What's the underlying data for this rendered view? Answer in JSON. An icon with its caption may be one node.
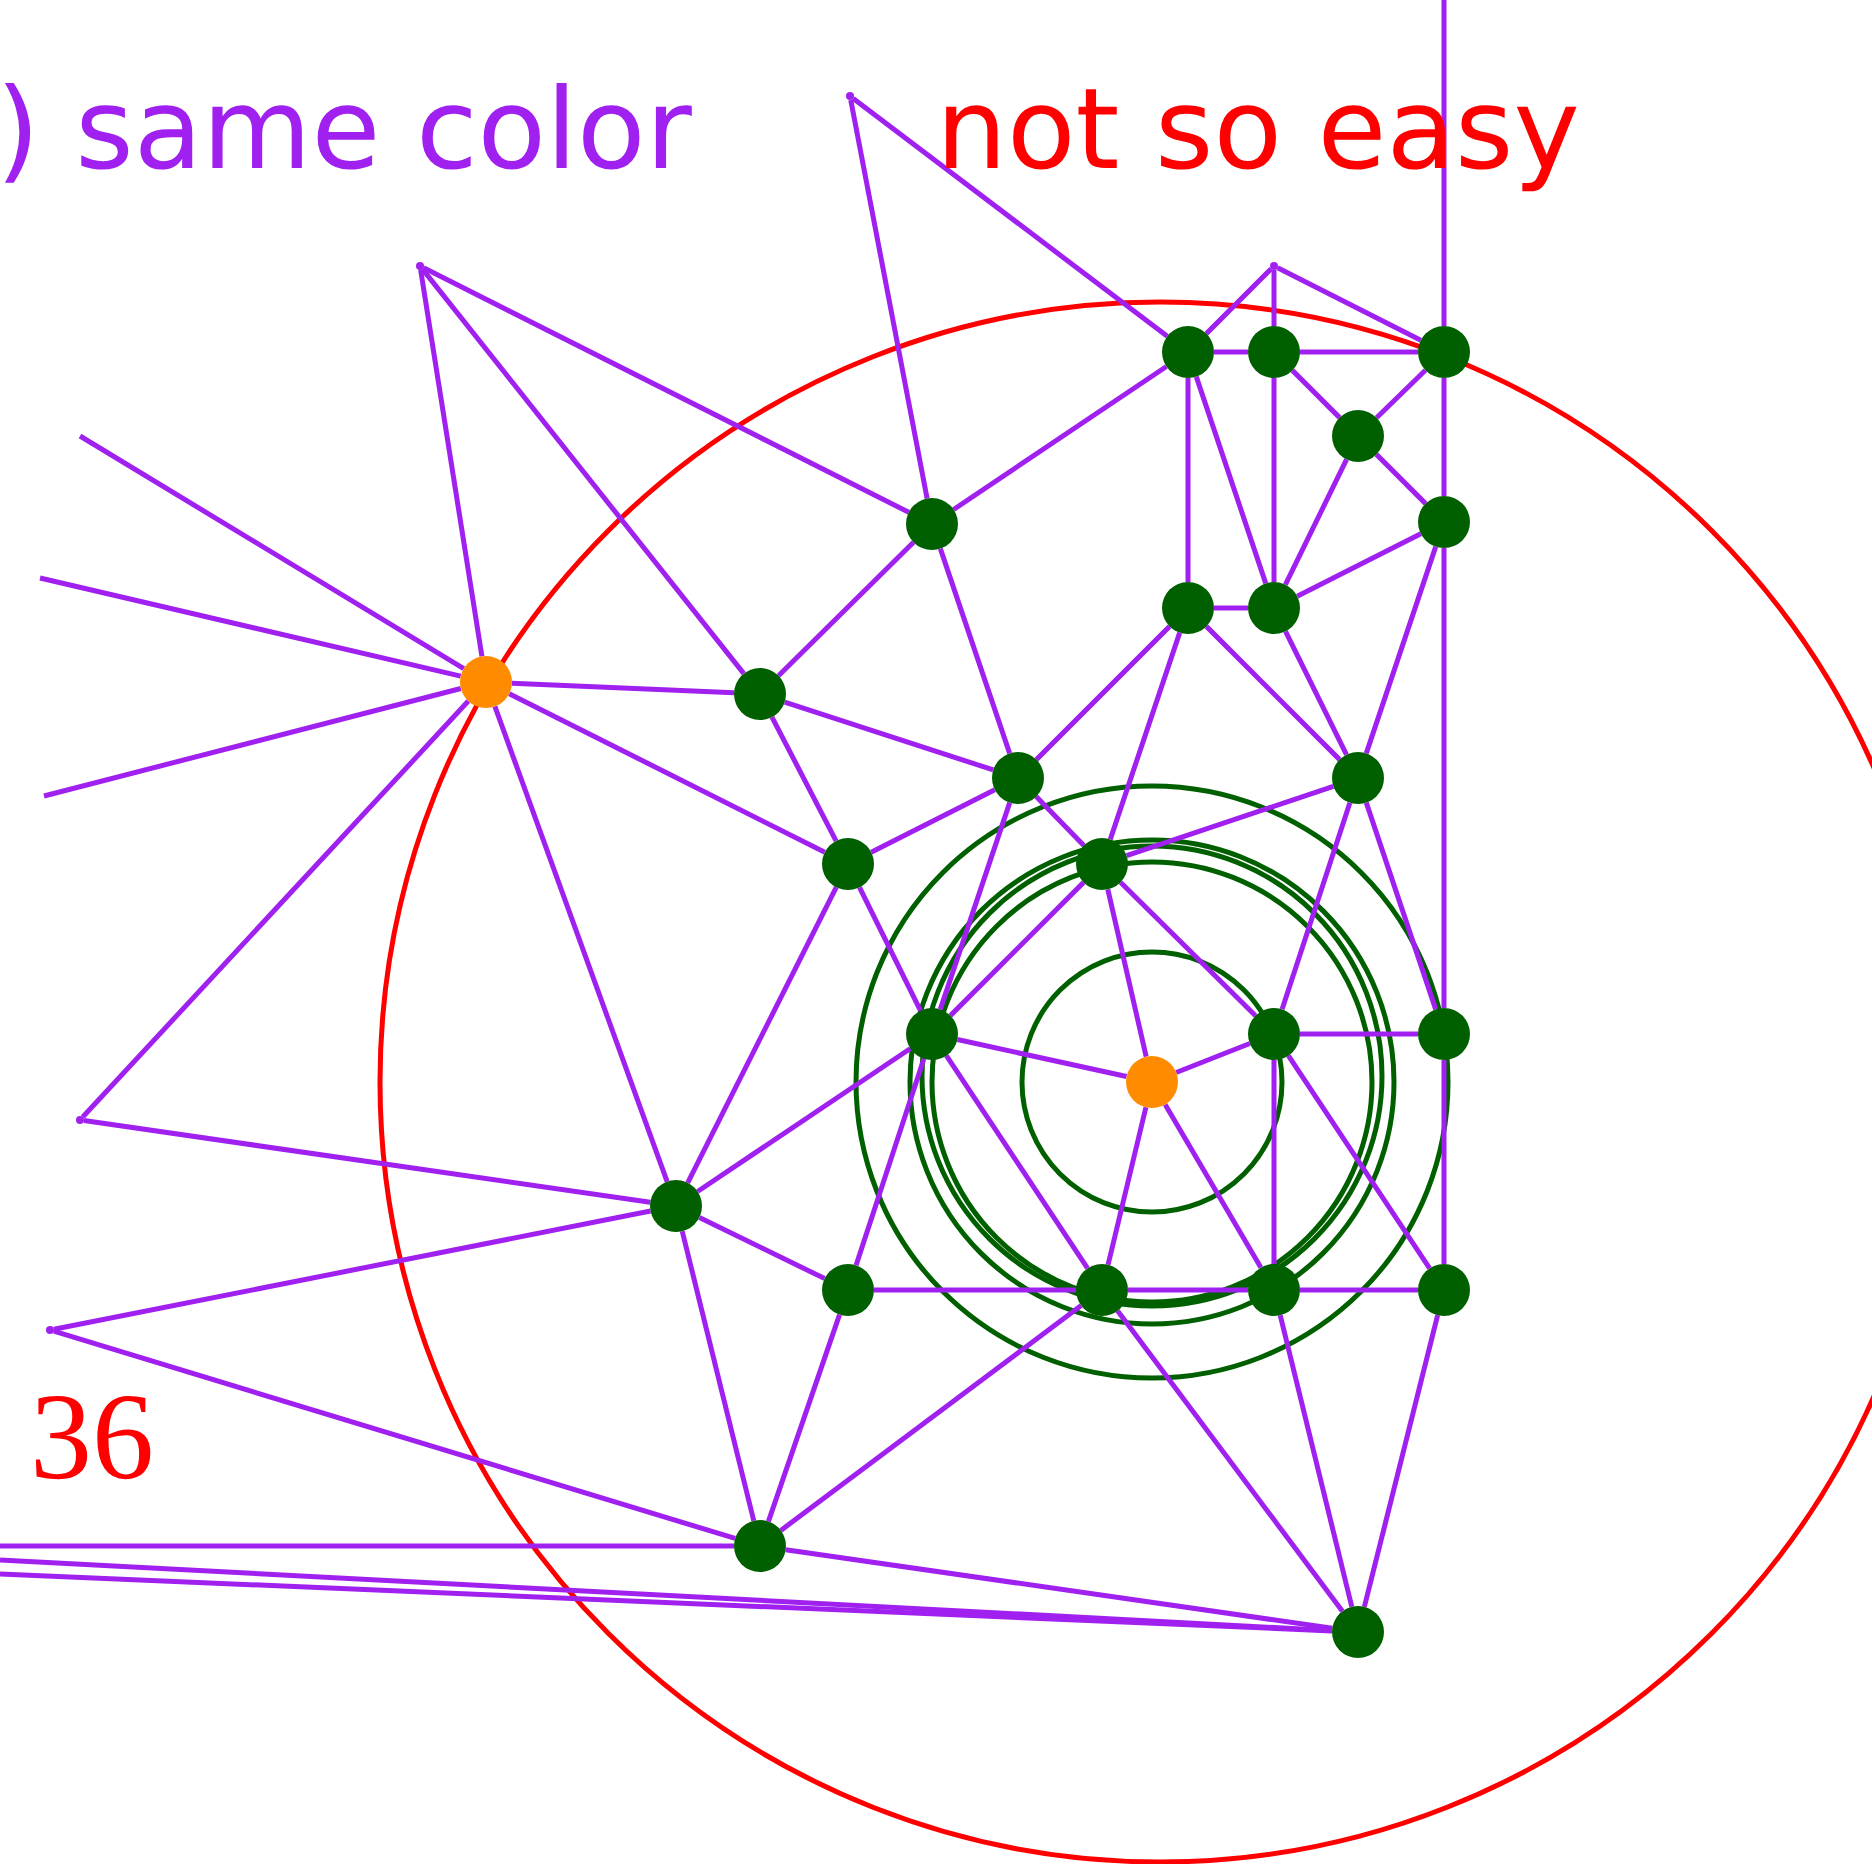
{
  "diagram": {
    "nodes": [
      {
        "text": [],
        "shape": "circle"
      },
      {
        "text": [],
        "shape": "circle"
      },
      {
        "text": [],
        "shape": "circle"
      },
      {
        "text": [],
        "shape": "circle"
      },
      {
        "text": [],
        "shape": "circle"
      },
      {
        "text": [],
        "shape": "circle"
      },
      {
        "text": [],
        "shape": "circle"
      },
      {
        "text": [],
        "shape": "circle"
      },
      {
        "text": [],
        "shape": "circle"
      },
      {
        "text": [],
        "shape": "circle"
      },
      {
        "text": [],
        "shape": "circle"
      },
      {
        "text": [],
        "shape": "circle"
      },
      {
        "text": [],
        "shape": "circle"
      },
      {
        "text": [],
        "shape": "circle"
      },
      {
        "text": [],
        "shape": "circle"
      },
      {
        "text": [],
        "shape": "circle"
      },
      {
        "text": [],
        "shape": "circle"
      },
      {
        "text": [],
        "shape": "circle"
      },
      {
        "text": [],
        "shape": "circle"
      },
      {
        "text": [],
        "shape": "circle"
      },
      {
        "text": [],
        "shape": "circle"
      },
      {
        "text": [],
        "shape": "circle"
      },
      {
        "text": [],
        "shape": "circle"
      },
      {
        "text": [],
        "shape": "circle"
      },
      {
        "text": [],
        "shape": "circle"
      },
      {
        "text": [],
        "shape": "point"
      },
      {
        "text": [],
        "shape": "point"
      },
      {
        "text": [],
        "shape": "point"
      },
      {
        "text": [],
        "shape": "point"
      },
      {
        "text": [],
        "shape": "point"
      }
    ],
    "edges": [
      {
        "from": 25,
        "to": 0,
        "arrow": "none"
      },
      {
        "from": 25,
        "to": 1,
        "arrow": "none"
      },
      {
        "from": 25,
        "to": 2,
        "arrow": "none"
      },
      {
        "from": 26,
        "to": 2,
        "arrow": "none"
      },
      {
        "from": 26,
        "to": 3,
        "arrow": "none"
      },
      {
        "from": 27,
        "to": 3,
        "arrow": "none"
      },
      {
        "from": 27,
        "to": 4,
        "arrow": "none"
      },
      {
        "from": 27,
        "to": 5,
        "arrow": "none"
      },
      {
        "from": null,
        "to": 0,
        "arrow": "none"
      },
      {
        "from": null,
        "to": 0,
        "arrow": "none"
      },
      {
        "from": null,
        "to": 0,
        "arrow": "none"
      },
      {
        "from": 0,
        "to": 1,
        "arrow": "none"
      },
      {
        "from": 0,
        "to": 12,
        "arrow": "none"
      },
      {
        "from": 0,
        "to": 18,
        "arrow": "none"
      },
      {
        "from": 0,
        "to": 28,
        "arrow": "none"
      },
      {
        "from": 28,
        "to": 18,
        "arrow": "none"
      },
      {
        "from": 29,
        "to": 18,
        "arrow": "none"
      },
      {
        "from": 29,
        "to": 23,
        "arrow": "none"
      },
      {
        "from": 1,
        "to": 2,
        "arrow": "none"
      },
      {
        "from": 1,
        "to": 12,
        "arrow": "none"
      },
      {
        "from": 1,
        "to": 10,
        "arrow": "none"
      },
      {
        "from": 2,
        "to": 3,
        "arrow": "none"
      },
      {
        "from": 2,
        "to": 10,
        "arrow": "none"
      },
      {
        "from": 3,
        "to": 4,
        "arrow": "none"
      },
      {
        "from": 4,
        "to": 5,
        "arrow": "none"
      },
      {
        "from": 3,
        "to": 8,
        "arrow": "none"
      },
      {
        "from": 3,
        "to": 9,
        "arrow": "none"
      },
      {
        "from": 4,
        "to": 9,
        "arrow": "none"
      },
      {
        "from": 4,
        "to": 6,
        "arrow": "none"
      },
      {
        "from": 6,
        "to": 5,
        "arrow": "none"
      },
      {
        "from": 6,
        "to": 7,
        "arrow": "none"
      },
      {
        "from": 6,
        "to": 9,
        "arrow": "none"
      },
      {
        "from": 8,
        "to": 9,
        "arrow": "none"
      },
      {
        "from": 9,
        "to": 7,
        "arrow": "none"
      },
      {
        "from": 8,
        "to": 10,
        "arrow": "none"
      },
      {
        "from": 8,
        "to": 13,
        "arrow": "none"
      },
      {
        "from": 8,
        "to": 11,
        "arrow": "none"
      },
      {
        "from": 9,
        "to": 11,
        "arrow": "none"
      },
      {
        "from": 7,
        "to": 11,
        "arrow": "none"
      },
      {
        "from": null,
        "to": 5,
        "arrow": "none"
      },
      {
        "from": 5,
        "to": 7,
        "arrow": "none"
      },
      {
        "from": 7,
        "to": 17,
        "arrow": "none"
      },
      {
        "from": 10,
        "to": 12,
        "arrow": "none"
      },
      {
        "from": 10,
        "to": 13,
        "arrow": "none"
      },
      {
        "from": 10,
        "to": 14,
        "arrow": "none"
      },
      {
        "from": 12,
        "to": 14,
        "arrow": "none"
      },
      {
        "from": 12,
        "to": 18,
        "arrow": "none"
      },
      {
        "from": 11,
        "to": 13,
        "arrow": "none"
      },
      {
        "from": 11,
        "to": 16,
        "arrow": "none"
      },
      {
        "from": 11,
        "to": 17,
        "arrow": "none"
      },
      {
        "from": 13,
        "to": 14,
        "arrow": "none"
      },
      {
        "from": 13,
        "to": 15,
        "arrow": "none"
      },
      {
        "from": 13,
        "to": 16,
        "arrow": "none"
      },
      {
        "from": 14,
        "to": 15,
        "arrow": "none"
      },
      {
        "from": 14,
        "to": 18,
        "arrow": "none"
      },
      {
        "from": 14,
        "to": 19,
        "arrow": "none"
      },
      {
        "from": 14,
        "to": 20,
        "arrow": "none"
      },
      {
        "from": 15,
        "to": 16,
        "arrow": "none"
      },
      {
        "from": 15,
        "to": 20,
        "arrow": "none"
      },
      {
        "from": 15,
        "to": 21,
        "arrow": "none"
      },
      {
        "from": 16,
        "to": 17,
        "arrow": "none"
      },
      {
        "from": 16,
        "to": 21,
        "arrow": "none"
      },
      {
        "from": 16,
        "to": 22,
        "arrow": "none"
      },
      {
        "from": 17,
        "to": 22,
        "arrow": "none"
      },
      {
        "from": 18,
        "to": 19,
        "arrow": "none"
      },
      {
        "from": 18,
        "to": 23,
        "arrow": "none"
      },
      {
        "from": 19,
        "to": 20,
        "arrow": "none"
      },
      {
        "from": 20,
        "to": 21,
        "arrow": "none"
      },
      {
        "from": 21,
        "to": 22,
        "arrow": "none"
      },
      {
        "from": 19,
        "to": 23,
        "arrow": "none"
      },
      {
        "from": 20,
        "to": 23,
        "arrow": "none"
      },
      {
        "from": 20,
        "to": 24,
        "arrow": "none"
      },
      {
        "from": 21,
        "to": 24,
        "arrow": "none"
      },
      {
        "from": 22,
        "to": 24,
        "arrow": "none"
      },
      {
        "from": 23,
        "to": 24,
        "arrow": "none"
      },
      {
        "from": null,
        "to": 23,
        "arrow": "none"
      },
      {
        "from": null,
        "to": 24,
        "arrow": "none"
      },
      {
        "from": null,
        "to": 24,
        "arrow": "none"
      }
    ],
    "labels": [
      ") same color",
      "not so easy",
      "36"
    ]
  }
}
